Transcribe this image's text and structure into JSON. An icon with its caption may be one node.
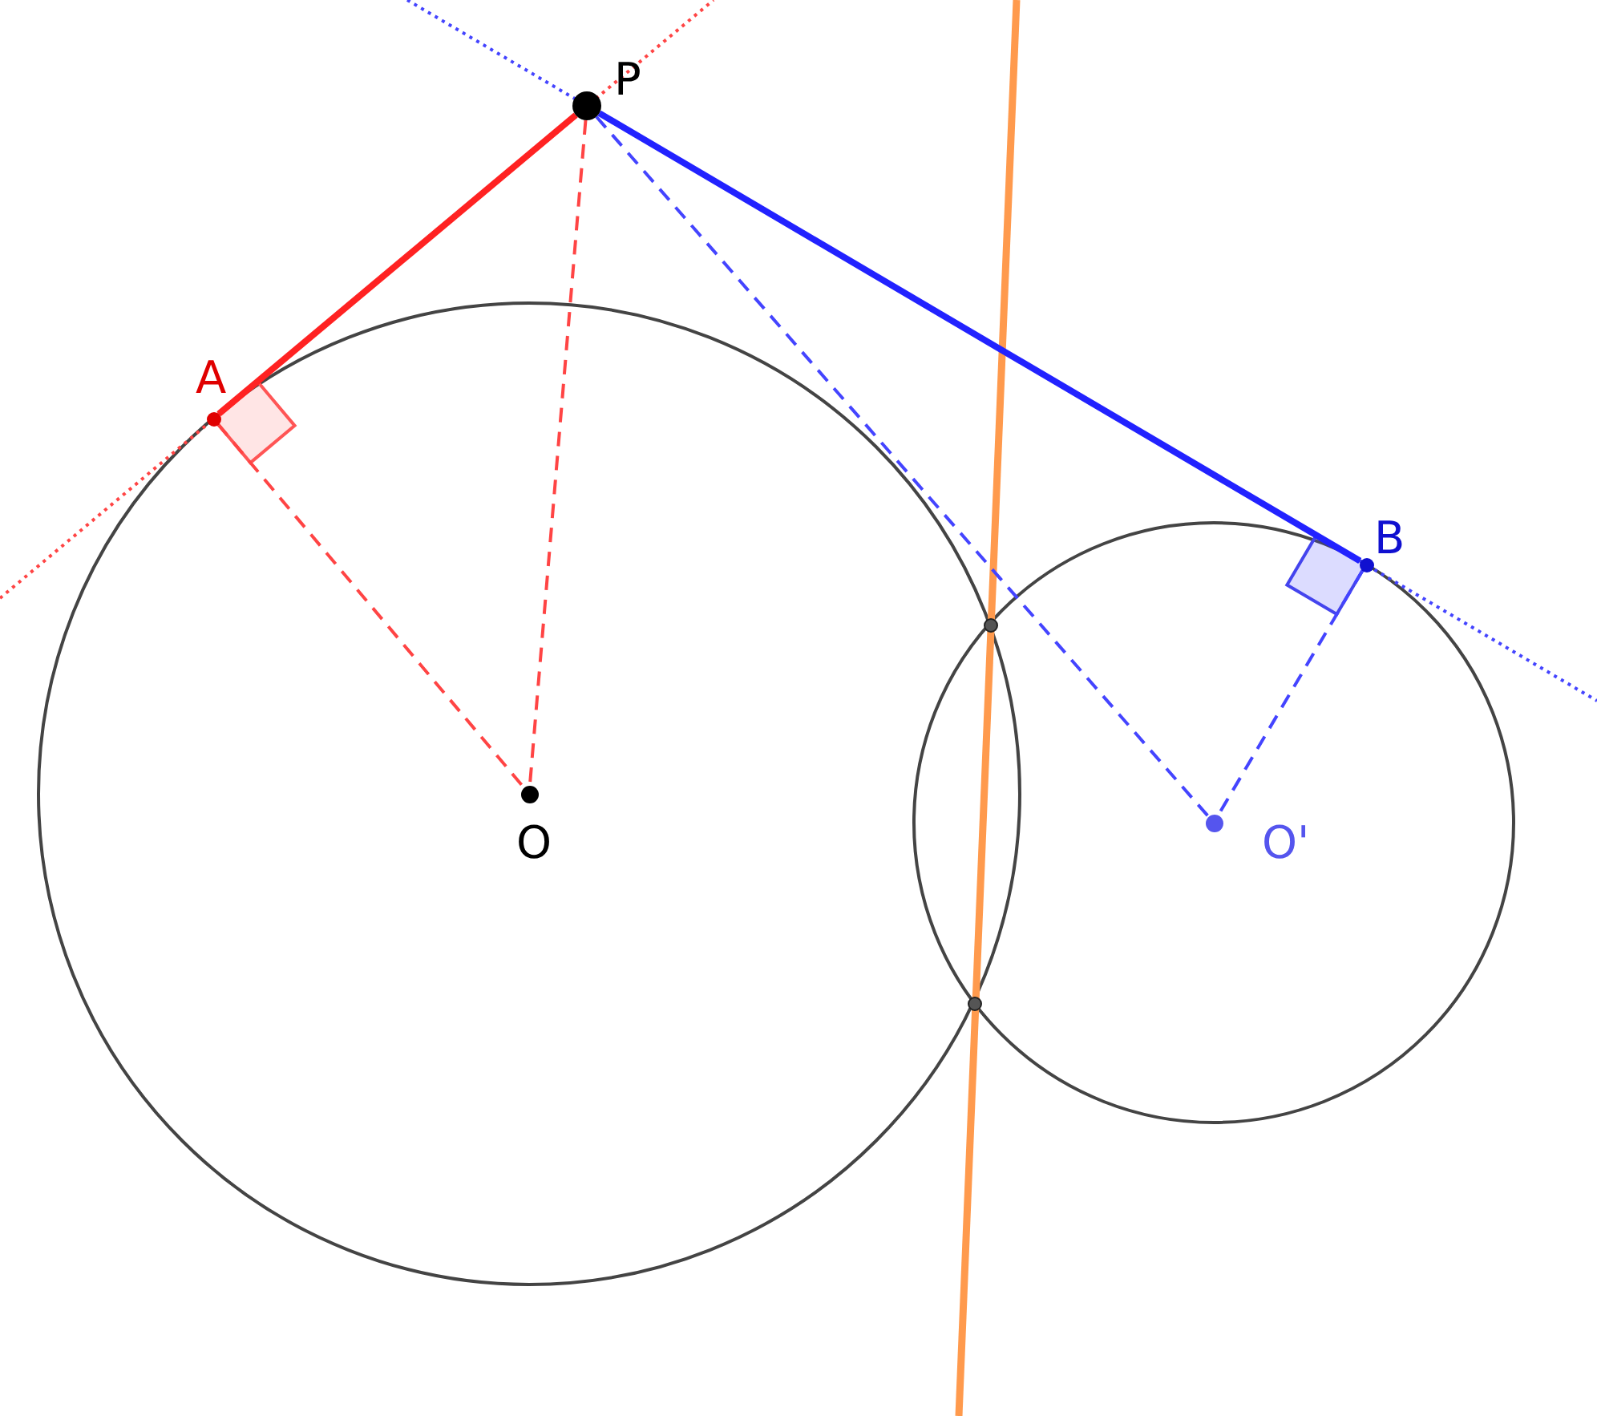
{
  "diagram": {
    "nodes": [
      {
        "text": [],
        "shape": "circle",
        "beside": [
          "P"
        ]
      },
      {
        "text": [],
        "shape": "circle",
        "beside": [
          "A"
        ]
      },
      {
        "text": [],
        "shape": "circle",
        "beside": [
          "B"
        ]
      },
      {
        "text": [],
        "shape": "circle",
        "beside": [
          "O"
        ]
      },
      {
        "text": [],
        "shape": "circle",
        "beside": [
          "O'"
        ]
      }
    ],
    "edges": [
      {
        "from": 0,
        "to": 1,
        "arrow": "none",
        "style": "thick",
        "color": "#ff2222"
      },
      {
        "from": 0,
        "to": 2,
        "arrow": "none",
        "style": "thick",
        "color": "#2222ff"
      },
      {
        "from": 0,
        "to": 3,
        "arrow": "none",
        "style": "dashed",
        "color": "#ff4444"
      },
      {
        "from": 1,
        "to": 3,
        "arrow": "none",
        "style": "dashed",
        "color": "#ff4444"
      },
      {
        "from": 0,
        "to": 4,
        "arrow": "none",
        "style": "dashed",
        "color": "#4444ff"
      },
      {
        "from": 2,
        "to": 4,
        "arrow": "none",
        "style": "dashed",
        "color": "#4444ff"
      }
    ]
  }
}
